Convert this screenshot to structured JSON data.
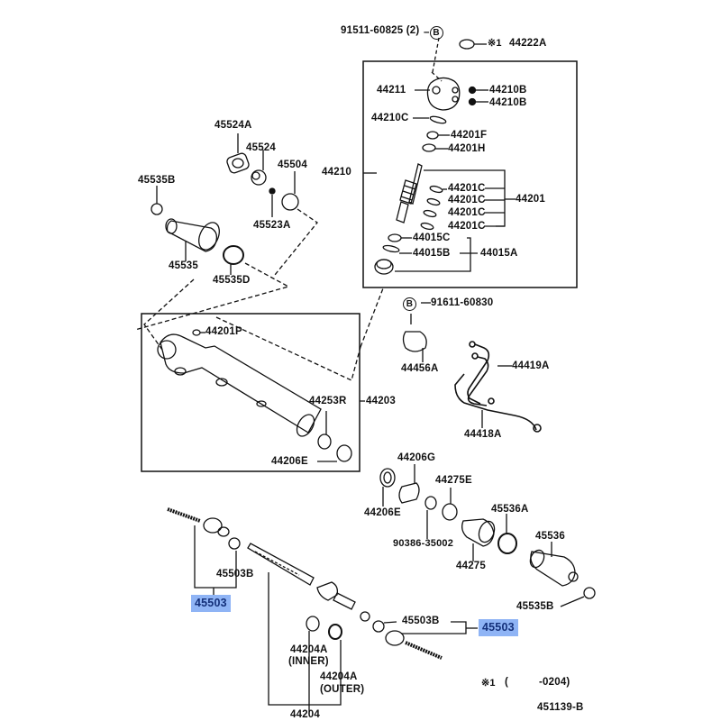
{
  "diagram": {
    "title": "Steering rack & pinion exploded parts diagram",
    "ref_code": "451139-B",
    "highlight_color": "#8fb4f5",
    "note": {
      "mark": "※1",
      "open": "(",
      "range": "-0204)"
    },
    "callout_symbol": "B"
  },
  "labels": {
    "p91511": "91511-60825 (2)",
    "p44222A": "44222A",
    "p44222A_mark": "※1",
    "p44211": "44211",
    "p44210B_1": "44210B",
    "p44210B_2": "44210B",
    "p44210C": "44210C",
    "p44201F": "44201F",
    "p44201H": "44201H",
    "p44210": "44210",
    "p44201C_1": "44201C",
    "p44201C_2": "44201C",
    "p44201C_3": "44201C",
    "p44201C_4": "44201C",
    "p44201": "44201",
    "p44015C": "44015C",
    "p44015B": "44015B",
    "p44015A": "44015A",
    "p45524A": "45524A",
    "p45524": "45524",
    "p45504": "45504",
    "p45535B_top": "45535B",
    "p45523A": "45523A",
    "p45535": "45535",
    "p45535D": "45535D",
    "p44201P": "44201P",
    "p44253R": "44253R",
    "p44203": "44203",
    "p44206E_box": "44206E",
    "p91611": "91611-60830",
    "p44456A": "44456A",
    "p44419A": "44419A",
    "p44418A": "44418A",
    "p44206G": "44206G",
    "p44275E": "44275E",
    "p44206E": "44206E",
    "p90386": "90386-35002",
    "p45536A": "45536A",
    "p45536": "45536",
    "p44275": "44275",
    "p45535B_bot": "45535B",
    "p45503B_left": "45503B",
    "p45503_left": "45503",
    "p45503B_right": "45503B",
    "p45503_right": "45503",
    "p44204A_inner": "44204A",
    "p44204A_inner_sub": "(INNER)",
    "p44204A_outer": "44204A",
    "p44204A_outer_sub": "(OUTER)",
    "p44204": "44204"
  }
}
